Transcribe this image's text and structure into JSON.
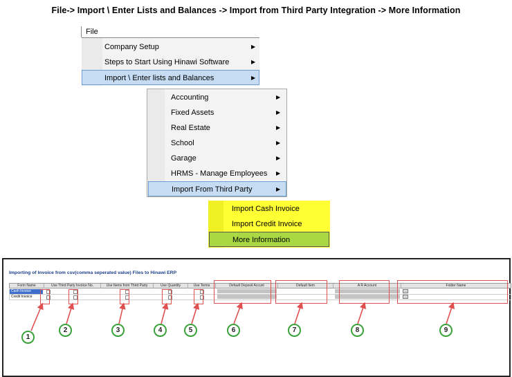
{
  "heading": "File-> Import \\ Enter Lists and Balances ->  Import from Third Party Integration -> More Information",
  "menubar": {
    "file": "File"
  },
  "menu1": [
    {
      "label": "Company Setup",
      "arrow": "▶"
    },
    {
      "label": "Steps to Start Using Hinawi Software",
      "arrow": "▶"
    },
    {
      "label": "Import \\ Enter lists and Balances",
      "arrow": "▶"
    }
  ],
  "menu2": [
    {
      "label": "Accounting",
      "arrow": "▶"
    },
    {
      "label": "Fixed Assets",
      "arrow": "▶"
    },
    {
      "label": "Real Estate",
      "arrow": "▶"
    },
    {
      "label": "School",
      "arrow": "▶"
    },
    {
      "label": "Garage",
      "arrow": "▶"
    },
    {
      "label": "HRMS - Manage Employees",
      "arrow": "▶"
    },
    {
      "label": "Import From Third Party",
      "arrow": "▶"
    }
  ],
  "menu3": [
    {
      "label": "Import Cash Invoice"
    },
    {
      "label": "Import Credit Invoice"
    },
    {
      "label": "More Information"
    }
  ],
  "window": {
    "title": "Importing of Invoice from csv(comma seperated value) Files to Hinawi ERP",
    "columns": [
      "Form Name",
      "Use Third Party Invoice No.",
      "Use Items from Third Party",
      "Use Quantity",
      "Use Terms",
      "Default Deposit Accunt",
      "Default Item",
      "A R Account",
      "Folder Name"
    ],
    "rows": [
      "Cash Invoice",
      "Credit Invoice"
    ],
    "ellipsis": "...",
    "callouts": [
      "1",
      "2",
      "3",
      "4",
      "5",
      "6",
      "7",
      "8",
      "9"
    ]
  }
}
